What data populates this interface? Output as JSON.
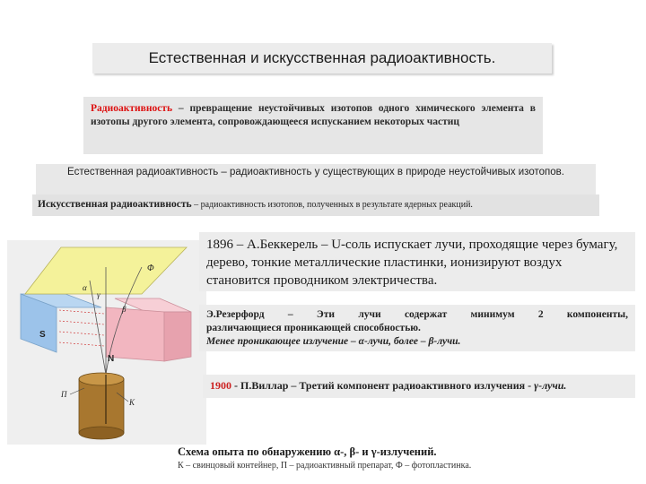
{
  "title": "Естественная и искусственная радиоактивность.",
  "definition": {
    "term": "Радиоактивность",
    "text": " – превращение неустойчивых изотопов одного химического элемента в изотопы другого элемента, сопровождающееся испусканием некоторых частиц"
  },
  "natural": {
    "term": "Естественная радиоактивность",
    "text": " – радиоактивность у существующих в природе неустойчивых изотопов."
  },
  "artificial": {
    "term": "Искусственная радиоактивность",
    "text": " – радиоактивность изотопов, полученных в результате ядерных реакций."
  },
  "becquerel": "1896 – А.Беккерель – U-соль испускает лучи, проходящие через бумагу, дерево, тонкие металлические пластинки, ионизируют воздух становится проводником электричества.",
  "rutherford": {
    "w1": "Э.Резерфорд",
    "w2": "–",
    "w3": "Эти",
    "w4": "лучи",
    "w5": "содержат",
    "w6": "минимум",
    "w7": "2",
    "w8": "компоненты,",
    "line2": "различающиеся проникающей способностью.",
    "line3": "Менее проникающее излучение – α-лучи, более – β-лучи."
  },
  "villard": {
    "year": "1900",
    "text": " - П.Виллар – Третий компонент радиоактивного излучения - ",
    "gamma": "γ-лучи."
  },
  "caption": {
    "line1": "Схема опыта по обнаружению α-, β- и γ-излучений.",
    "line2": "К – свинцовый контейнер, П – радиоактивный препарат, Ф – фотопластинка."
  },
  "figure_labels": {
    "phi": "Φ",
    "alpha": "α",
    "gamma": "γ",
    "beta": "β",
    "s": "S",
    "n": "N",
    "p": "П",
    "k": "K"
  },
  "colors": {
    "plate": "#f4f29a",
    "magnet_left": "#9cc3ea",
    "magnet_right": "#f2b6c0",
    "container": "#a8772f",
    "ray": "#cc2222"
  }
}
